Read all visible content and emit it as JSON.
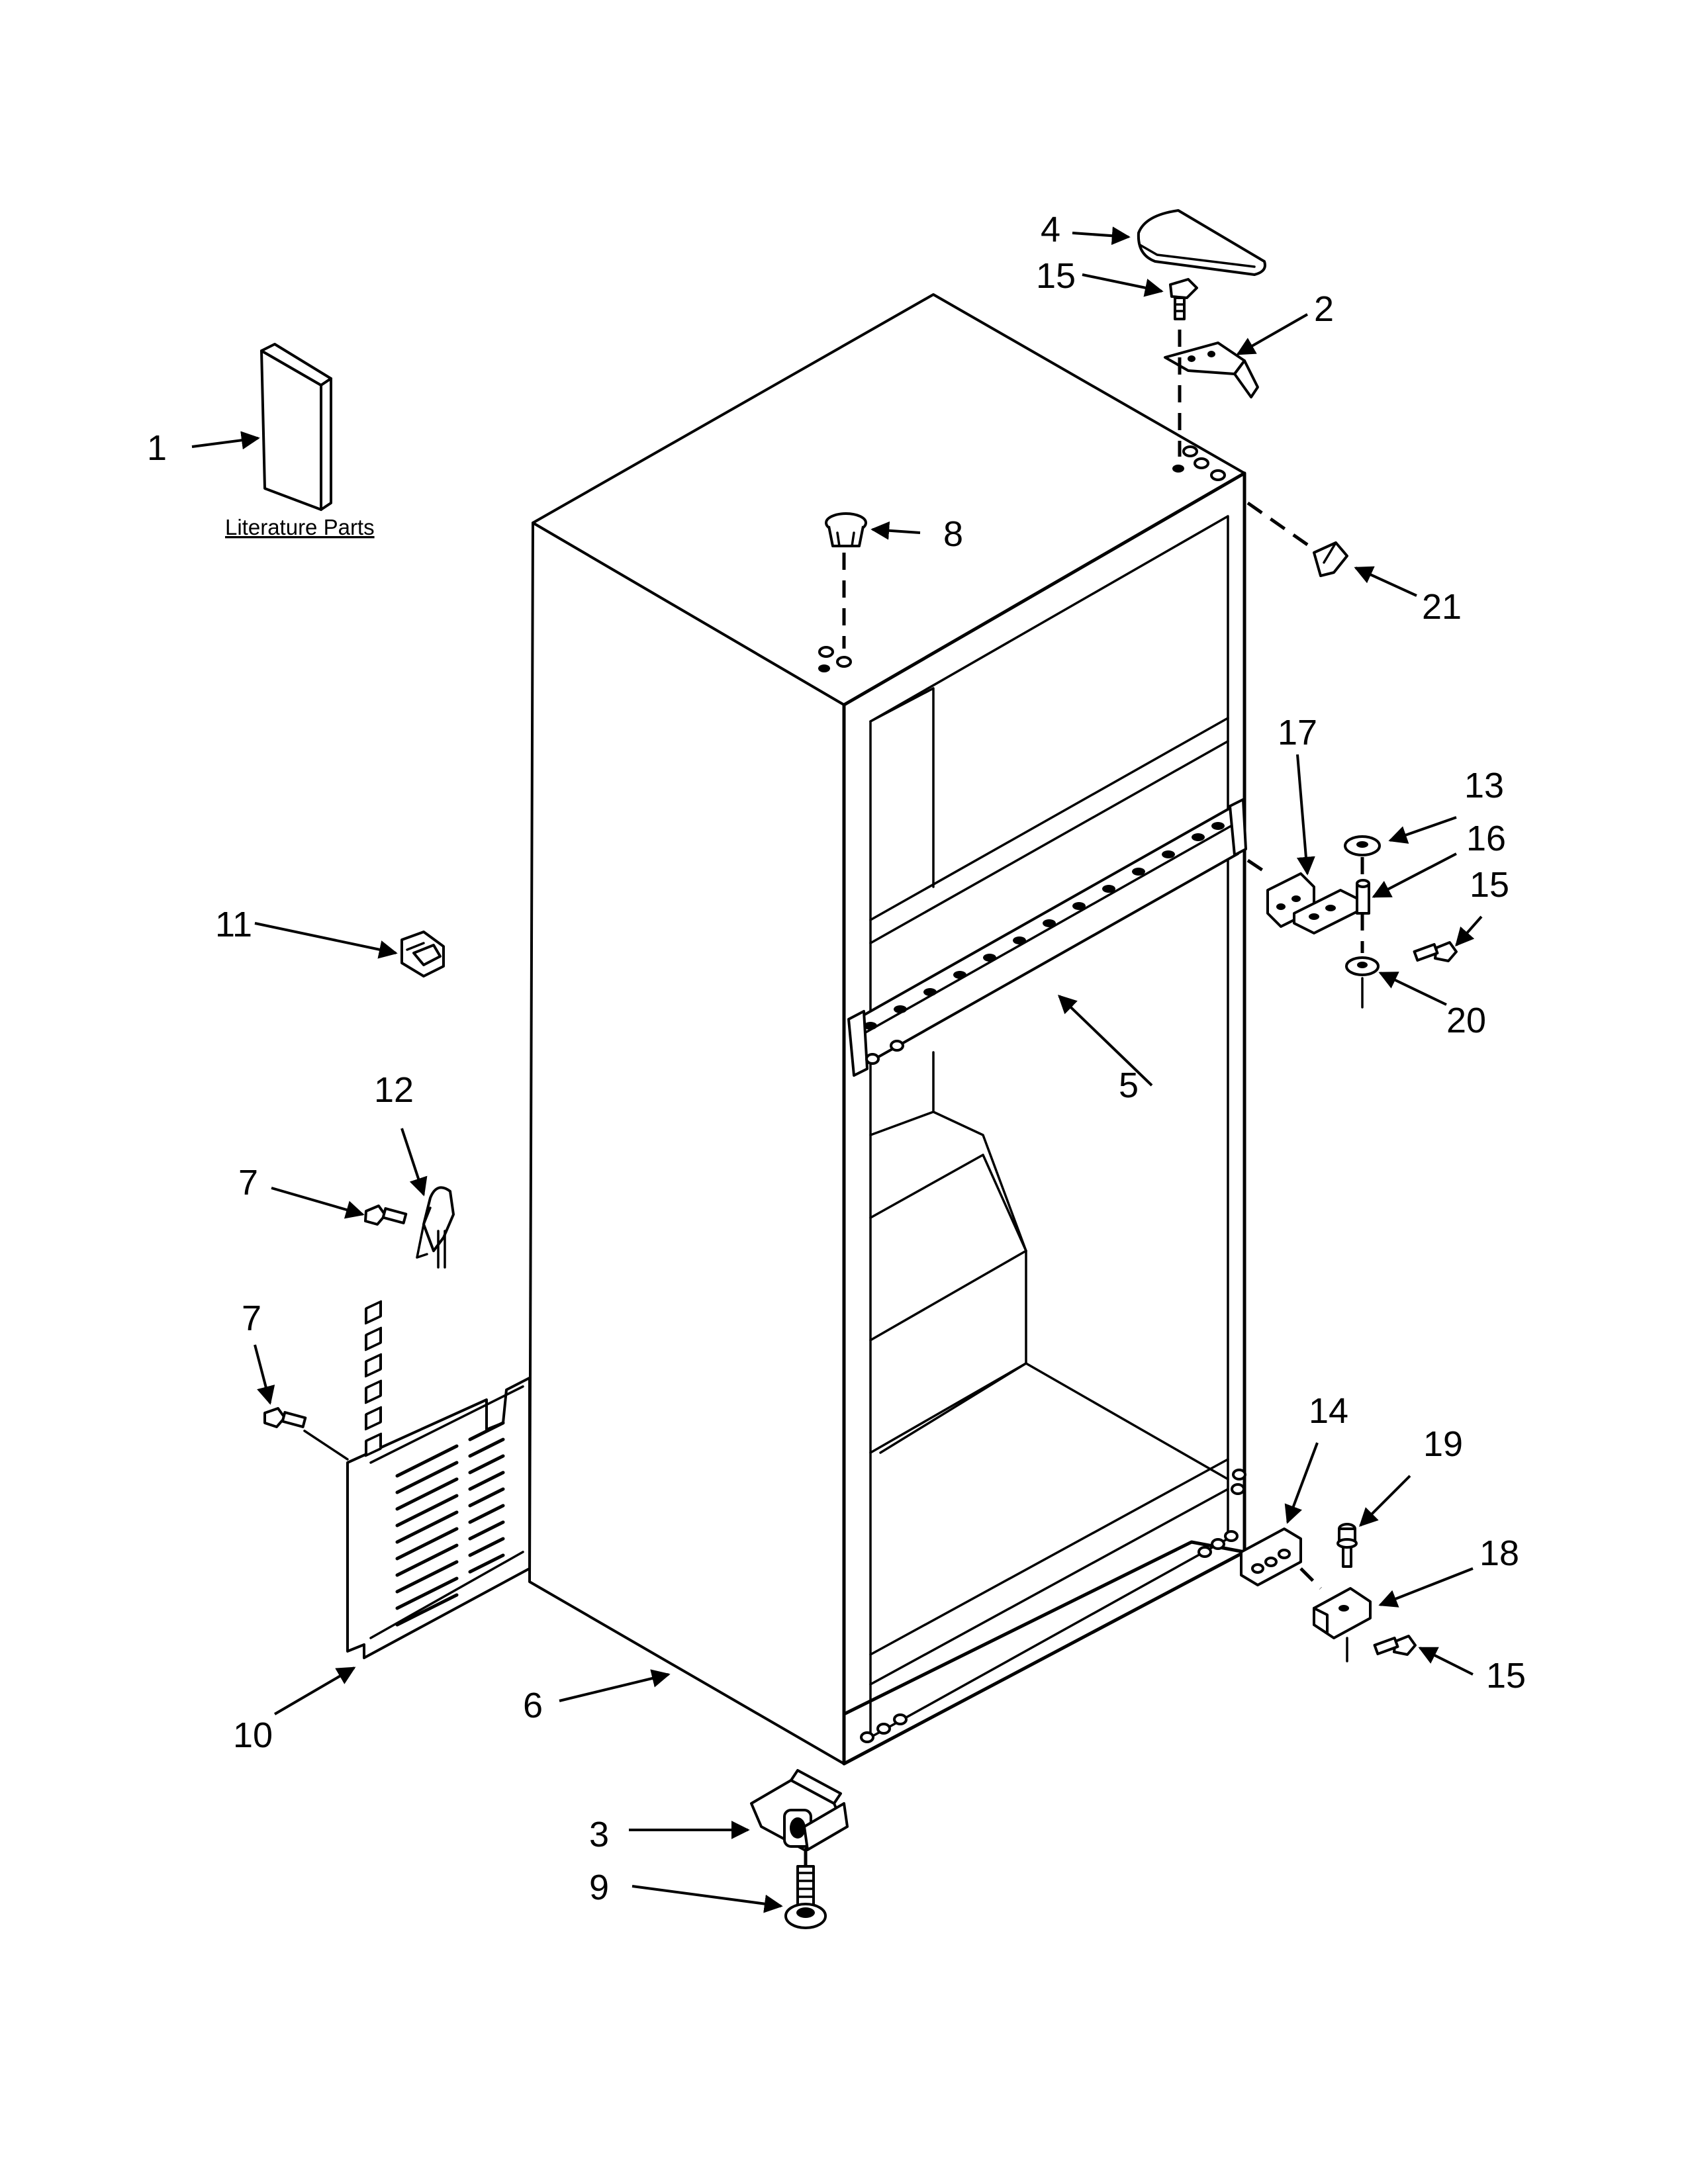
{
  "caption": "Literature Parts",
  "callouts": {
    "c1": "1",
    "c2": "2",
    "c3": "3",
    "c4": "4",
    "c5": "5",
    "c6": "6",
    "c7a": "7",
    "c7b": "7",
    "c8": "8",
    "c9": "9",
    "c10": "10",
    "c11": "11",
    "c12": "12",
    "c13": "13",
    "c14": "14",
    "c15a": "15",
    "c15b": "15",
    "c15c": "15",
    "c16": "16",
    "c17": "17",
    "c18": "18",
    "c19": "19",
    "c20": "20",
    "c21": "21"
  }
}
